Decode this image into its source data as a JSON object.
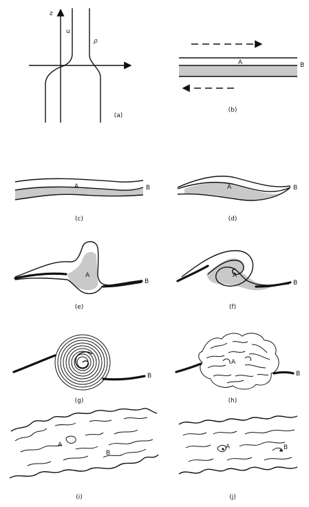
{
  "panels": {
    "a": {
      "caption": "(a)",
      "axis_z": "z",
      "curve_u": "u",
      "curve_rho": "ρ"
    },
    "b": {
      "caption": "(b)",
      "point_A": "A",
      "point_B": "B"
    },
    "c": {
      "caption": "(c)",
      "point_A": "A",
      "point_B": "B"
    },
    "d": {
      "caption": "(d)",
      "point_A": "A",
      "point_B": "B"
    },
    "e": {
      "caption": "(e)",
      "point_A": "A",
      "point_B": "B"
    },
    "f": {
      "caption": "(f)",
      "point_A": "A",
      "point_B": "B"
    },
    "g": {
      "caption": "(g)",
      "point_B": "B"
    },
    "h": {
      "caption": "(h)",
      "point_A": "A",
      "point_B": "B"
    },
    "i": {
      "caption": "(i)",
      "point_A": "A",
      "point_B": "B"
    },
    "j": {
      "caption": "(j)",
      "point_A": "A",
      "point_B": "B"
    }
  }
}
